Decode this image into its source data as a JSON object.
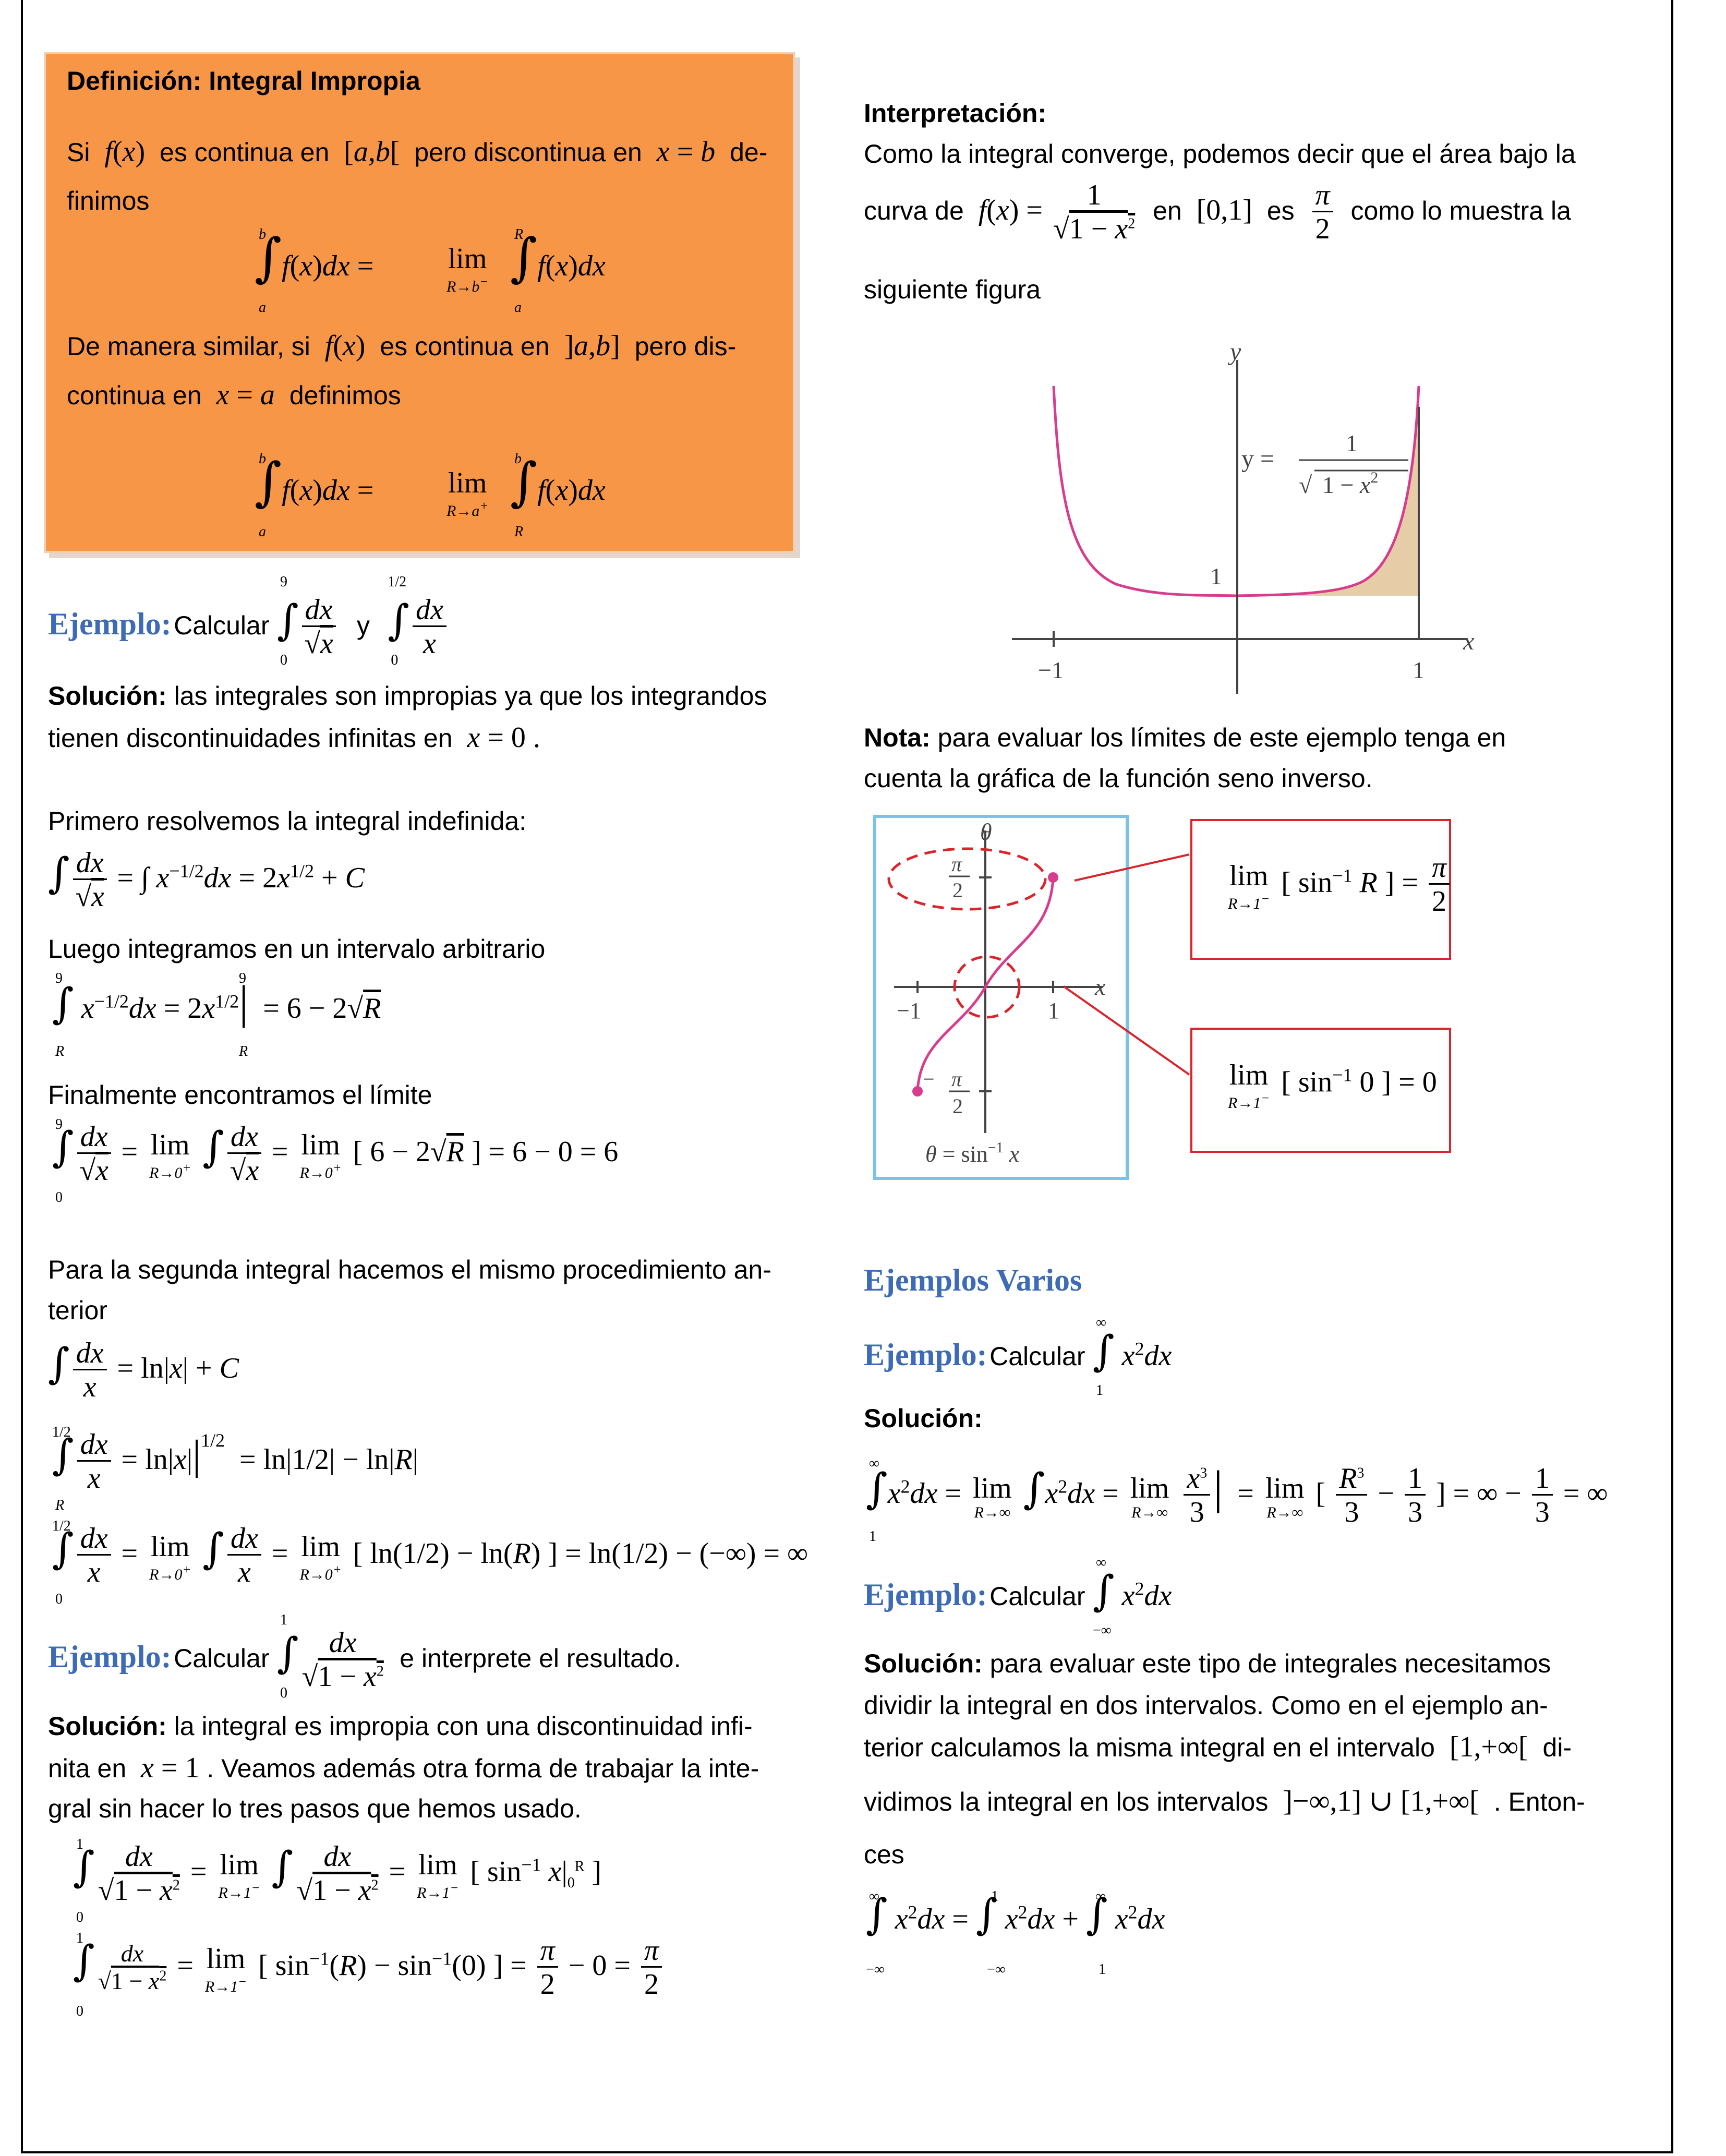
{
  "definition": {
    "title": "Definición: Integral Impropia",
    "line1_a": "Si",
    "line1_b": "es continua en",
    "line1_c": "pero discontinua en",
    "line1_d": "de-",
    "line2": "finimos",
    "line3_a": "De manera similar, si",
    "line3_b": "es continua en",
    "line3_c": "pero dis-",
    "line4_a": "continua en",
    "line4_b": "definimos"
  },
  "example1": {
    "label": "Ejemplo:",
    "text": "Calcular",
    "y": "y",
    "solution_label": "Solución:",
    "solution_text_1": "las integrales son impropias ya que los integrandos",
    "solution_text_2": "tienen discontinuidades infinitas en",
    "step1": "Primero resolvemos la integral indefinida:",
    "step2": "Luego integramos en un intervalo arbitrario",
    "step3": "Finalmente encontramos el límite",
    "second_1": "Para la segunda integral hacemos el mismo procedimiento an-",
    "second_2": "terior"
  },
  "example2": {
    "label": "Ejemplo:",
    "text": "Calcular",
    "tail": "e interprete el resultado.",
    "solution_label": "Solución:",
    "sol_1": "la integral es impropia con una discontinuidad infi-",
    "sol_2a": "nita en",
    "sol_2b": ". Veamos además otra forma de trabajar la inte-",
    "sol_3": "gral sin hacer lo tres pasos que hemos usado."
  },
  "interpretation": {
    "title": "Interpretación:",
    "line1": "Como la integral converge, podemos decir que el área bajo la",
    "line2a": "curva de",
    "line2b": "en",
    "line2c": "es",
    "line2d": "como lo muestra la",
    "line3": "siguiente figura"
  },
  "graph1": {
    "y_axis": "y",
    "x_axis": "x",
    "label_eq": "y =",
    "tick_1": "1",
    "tick_neg1": "−1",
    "tick_pos1": "1",
    "curve_color": "#D83C8C",
    "fill_color": "#E6CDA8"
  },
  "note": {
    "label": "Nota:",
    "text_1": "para evaluar los límites de este ejemplo tenga en",
    "text_2": "cuenta la gráfica de la función seno inverso."
  },
  "graph2": {
    "theta": "θ",
    "x": "x",
    "neg1": "−1",
    "pos1": "1",
    "caption": "θ = sin",
    "caption_sup": "−1",
    "caption_x": "x",
    "border_color": "#7CC2E8",
    "red": "#D9252B"
  },
  "various": {
    "title": "Ejemplos Varios",
    "ex3_label": "Ejemplo:",
    "ex3_text": "Calcular",
    "sol3_label": "Solución:",
    "ex4_label": "Ejemplo:",
    "ex4_text": "Calcular",
    "sol4_label": "Solución:",
    "sol4_1": "para evaluar este tipo de integrales necesitamos",
    "sol4_2": "dividir la integral en dos intervalos. Como en el ejemplo an-",
    "sol4_3": "terior calculamos la misma integral en el intervalo",
    "sol4_3b": "di-",
    "sol4_4": "vidimos la integral en los intervalos",
    "sol4_4b": ". Enton-",
    "sol4_5": "ces"
  }
}
